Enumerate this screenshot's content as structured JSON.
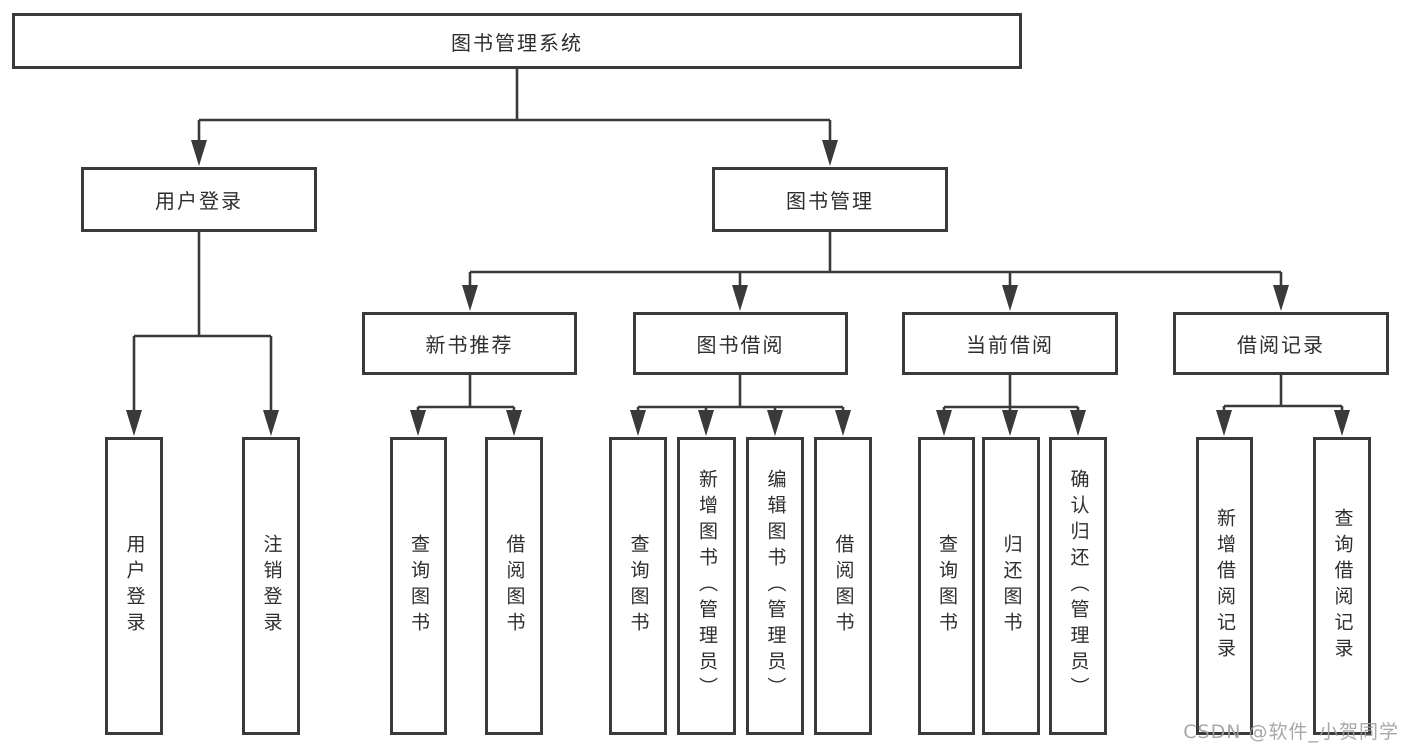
{
  "diagram": {
    "title": "图书管理系统",
    "nodes": {
      "root": "图书管理系统",
      "user_login": "用户登录",
      "book_mgmt": "图书管理",
      "new_books": "新书推荐",
      "borrow": "图书借阅",
      "current": "当前借阅",
      "records": "借阅记录"
    },
    "leaves": {
      "user_login": [
        "用户登录",
        "注销登录"
      ],
      "new_books": [
        "查询图书",
        "借阅图书"
      ],
      "borrow": [
        "查询图书",
        "新增图书（管理员）",
        "编辑图书（管理员）",
        "借阅图书"
      ],
      "current": [
        "查询图书",
        "归还图书",
        "确认归还（管理员）"
      ],
      "records": [
        "新增借阅记录",
        "查询借阅记录"
      ]
    }
  },
  "watermark": "CSDN @软件_小贺同学",
  "colors": {
    "line": "#3a3a3a",
    "text": "#2e2e2e",
    "box_background": "#ffffff",
    "watermark": "#9e9e9e"
  }
}
